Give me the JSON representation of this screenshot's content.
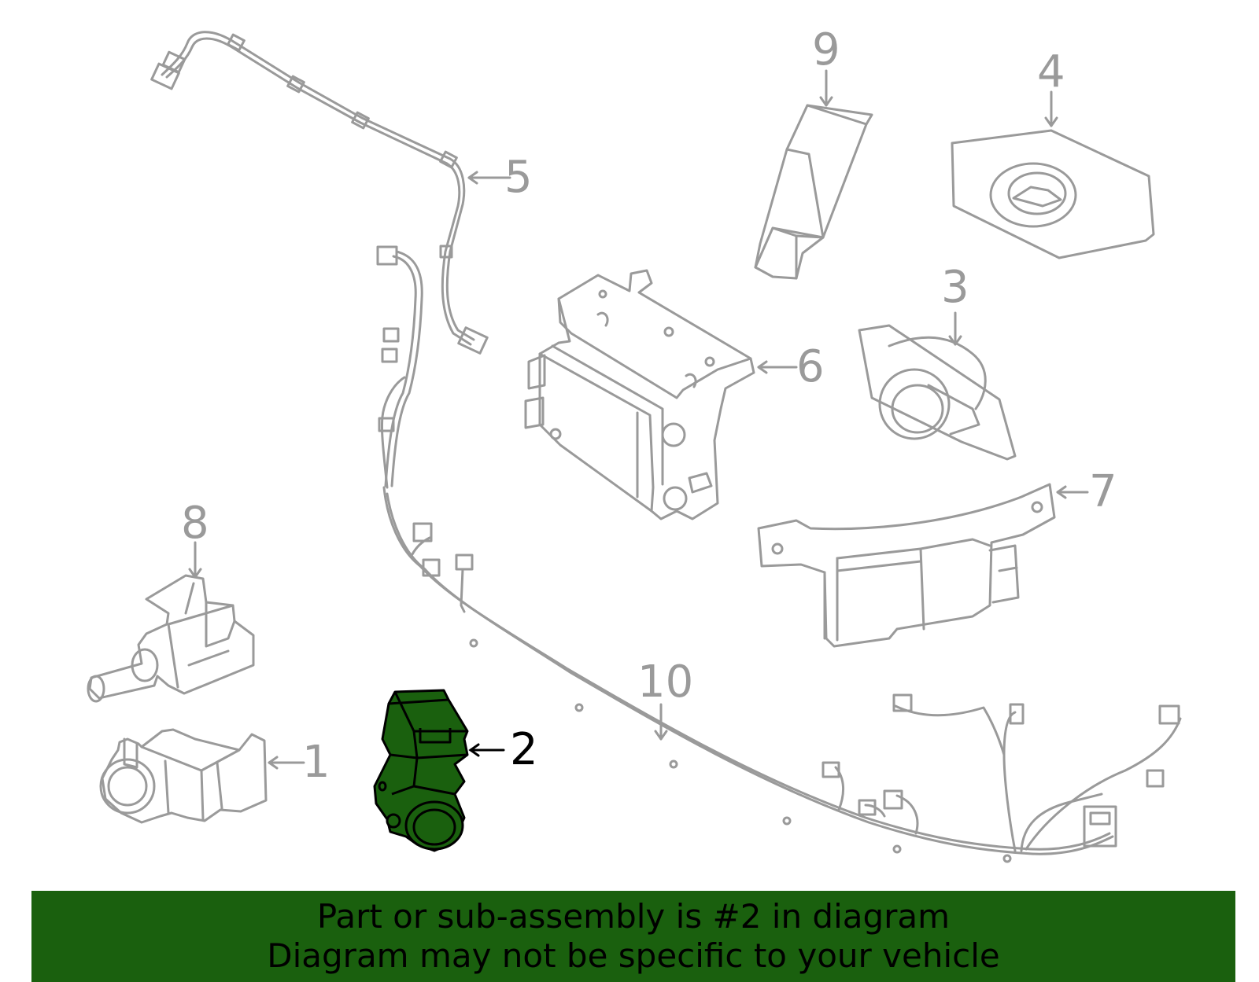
{
  "callouts": {
    "c1": "1",
    "c2": "2",
    "c3": "3",
    "c4": "4",
    "c5": "5",
    "c6": "6",
    "c7": "7",
    "c8": "8",
    "c9": "9",
    "c10": "10"
  },
  "highlight": {
    "part": "2",
    "fill": "#1a600e",
    "outline": "#000000"
  },
  "colors": {
    "line": "#9a9a9a",
    "banner": "#1a600e"
  },
  "banner": {
    "line1": "Part or sub-assembly is #2 in diagram",
    "line2": "Diagram may not be specific to your vehicle"
  }
}
